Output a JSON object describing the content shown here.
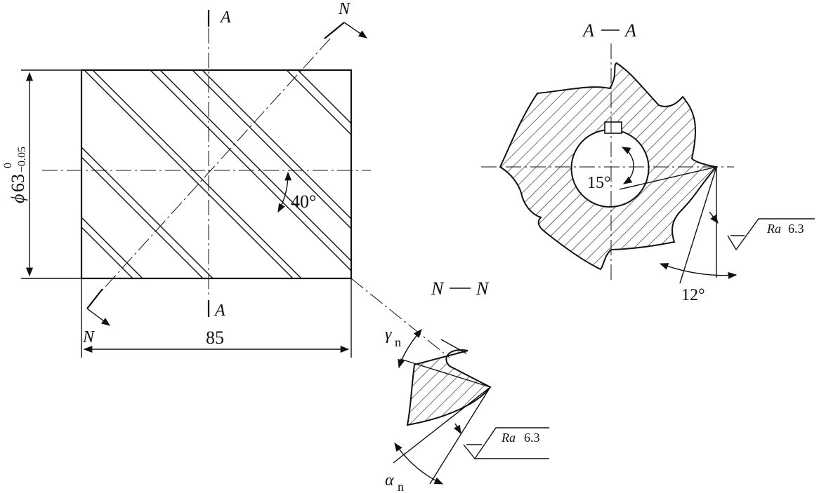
{
  "front_view": {
    "section_mark_top": "A",
    "section_mark_bottom": "A",
    "normal_mark_top": "N",
    "normal_mark_bottom": "N",
    "diameter_symbol": "ϕ",
    "diameter_value": "63",
    "tolerance_upper": "0",
    "tolerance_lower": "−0.05",
    "length_value": "85",
    "helix_angle": "40°"
  },
  "section_a": {
    "title_left": "A",
    "title_right": "A",
    "relief_angle": "15°",
    "clearance_angle": "12°",
    "roughness_label": "Ra",
    "roughness_value": "6.3"
  },
  "section_n": {
    "title_left": "N",
    "title_right": "N",
    "rake_symbol": "γ",
    "rake_sub": "n",
    "clearance_symbol": "α",
    "clearance_sub": "n",
    "roughness_label": "Ra",
    "roughness_value": "6.3"
  }
}
